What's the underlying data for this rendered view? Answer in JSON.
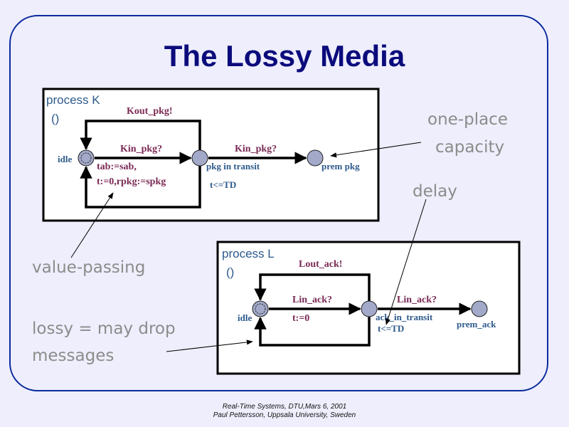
{
  "slide": {
    "title": "The Lossy Media",
    "footer_line1": "Real-Time Systems, DTU,Mars 6, 2001",
    "footer_line2": "Paul Pettersson, Uppsala University, Sweden",
    "colors": {
      "background": "#eeeefc",
      "frame": "#0a2a9e",
      "title": "#0b0b7c",
      "annotation": "#8c8c8c",
      "location_label": "#2d5a8c",
      "transition_label": "#7a2a55",
      "node_fill": "#a3a9c9"
    }
  },
  "annotations": {
    "one_place_line1": "one-place",
    "one_place_line2": "capacity",
    "delay": "delay",
    "value_passing": "value-passing",
    "lossy_line1": "lossy = may drop",
    "lossy_line2": "messages"
  },
  "process_k": {
    "name": "process K",
    "params": "()",
    "locations": {
      "idle": "idle",
      "transit": "pkg in transit",
      "transit_invariant": "t<=TD",
      "prem": "prem pkg"
    },
    "transitions": {
      "out_sync": "Kout_pkg!",
      "in_sync_1": "Kin_pkg?",
      "in_update_1": "tab:=sab,",
      "in_update_2": "t:=0,rpkg:=spkg",
      "in_sync_2": "Kin_pkg?"
    }
  },
  "process_l": {
    "name": "process L",
    "params": "()",
    "locations": {
      "idle": "idle",
      "transit": "ack_in_transit",
      "transit_invariant": "t<=TD",
      "prem": "prem_ack"
    },
    "transitions": {
      "out_sync": "Lout_ack!",
      "in_sync_1": "Lin_ack?",
      "in_update_1": "t:=0",
      "in_sync_2": "Lin_ack?"
    }
  }
}
